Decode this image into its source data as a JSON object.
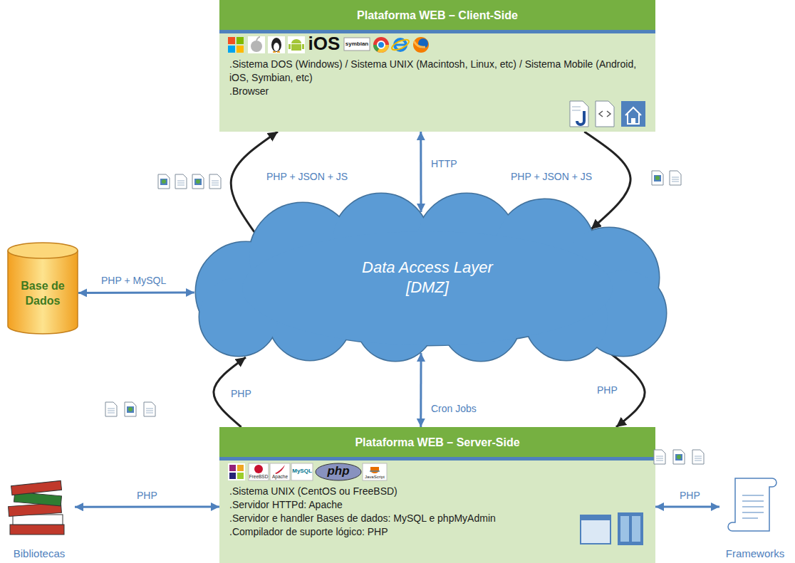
{
  "diagram": {
    "nodes": [
      {
        "text": [
          "Plataforma WEB – Client-Side",
          ".Sistema DOS (Windows) / Sistema UNIX (Macintosh, Linux, etc) / Sistema Mobile (Android, iOS, Symbian, etc)",
          ".Browser"
        ]
      },
      {
        "text": [
          "Base de Dados"
        ]
      },
      {
        "text": [
          "Data Access Layer [DMZ]"
        ]
      },
      {
        "text": [
          "Plataforma WEB – Server-Side",
          ".Sistema UNIX (CentOS ou FreeBSD)",
          ".Servidor HTTPd: Apache",
          ".Servidor e handler Bases de dados: MySQL e phpMyAdmin",
          ".Compilador de suporte lógico: PHP"
        ]
      },
      {
        "text": [
          "Bibliotecas"
        ]
      },
      {
        "text": [
          "Frameworks"
        ]
      }
    ],
    "edges": [
      {
        "from": 0,
        "to": 2,
        "label": "HTTP",
        "arrow": "both"
      },
      {
        "from": 2,
        "to": 0,
        "label": "PHP + JSON + JS",
        "arrow": "to"
      },
      {
        "from": 0,
        "to": 2,
        "label": "PHP + JSON + JS",
        "arrow": "to"
      },
      {
        "from": 1,
        "to": 2,
        "label": "PHP + MySQL",
        "arrow": "both"
      },
      {
        "from": 3,
        "to": 2,
        "label": "PHP",
        "arrow": "to"
      },
      {
        "from": 2,
        "to": 3,
        "label": "PHP",
        "arrow": "to"
      },
      {
        "from": 2,
        "to": 3,
        "label": "Cron Jobs",
        "arrow": "both"
      },
      {
        "from": 4,
        "to": 3,
        "label": "PHP",
        "arrow": "both"
      },
      {
        "from": 3,
        "to": 5,
        "label": "PHP",
        "arrow": "both"
      }
    ],
    "labels": [
      "iOS",
      "symbian",
      "FreeBSD",
      "Apache",
      "MySQL",
      "php",
      "JavaScript"
    ]
  }
}
